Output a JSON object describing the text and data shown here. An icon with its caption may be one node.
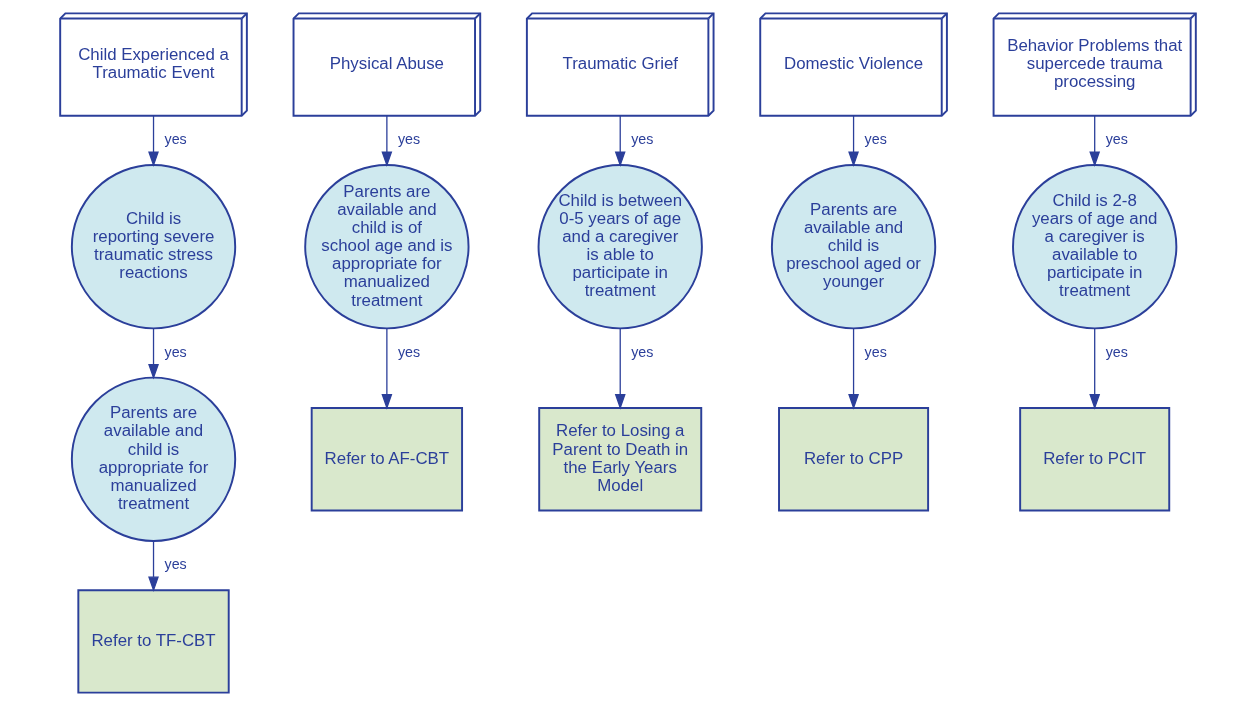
{
  "diagram": {
    "nodes": [
      {
        "text": [
          "Child Experienced a Traumatic Event"
        ]
      },
      {
        "text": [
          "Child is reporting severe traumatic stress reactions"
        ]
      },
      {
        "text": [
          "Parents are available and child is appropriate for manualized treatment"
        ]
      },
      {
        "text": [
          "Refer to TF-CBT"
        ]
      },
      {
        "text": [
          "Physical Abuse"
        ]
      },
      {
        "text": [
          "Parents are available and child is of school age and is appropriate for manualized treatment"
        ]
      },
      {
        "text": [
          "Refer to AF-CBT"
        ]
      },
      {
        "text": [
          "Traumatic Grief"
        ]
      },
      {
        "text": [
          "Child is between 0-5 years of age and a caregiver is able to participate in treatment"
        ]
      },
      {
        "text": [
          "Refer to Losing a Parent to Death in the Early Years Model"
        ]
      },
      {
        "text": [
          "Domestic Violence"
        ]
      },
      {
        "text": [
          "Parents are available and child is preschool aged or younger"
        ]
      },
      {
        "text": [
          "Refer to CPP"
        ]
      },
      {
        "text": [
          "Behavior Problems that supercede trauma processing"
        ]
      },
      {
        "text": [
          "Child is 2-8 years of age and a caregiver is available to participate in treatment"
        ]
      },
      {
        "text": [
          "Refer to PCIT"
        ]
      }
    ],
    "edges": [
      {
        "from": 0,
        "to": 1,
        "arrow": "to",
        "label": "yes"
      },
      {
        "from": 1,
        "to": 2,
        "arrow": "to",
        "label": "yes"
      },
      {
        "from": 2,
        "to": 3,
        "arrow": "to",
        "label": "yes"
      },
      {
        "from": 4,
        "to": 5,
        "arrow": "to",
        "label": "yes"
      },
      {
        "from": 5,
        "to": 6,
        "arrow": "to",
        "label": "yes"
      },
      {
        "from": 7,
        "to": 8,
        "arrow": "to",
        "label": "yes"
      },
      {
        "from": 8,
        "to": 9,
        "arrow": "to",
        "label": "yes"
      },
      {
        "from": 10,
        "to": 11,
        "arrow": "to",
        "label": "yes"
      },
      {
        "from": 11,
        "to": 12,
        "arrow": "to",
        "label": "yes"
      },
      {
        "from": 13,
        "to": 14,
        "arrow": "to",
        "label": "yes"
      },
      {
        "from": 14,
        "to": 15,
        "arrow": "to",
        "label": "yes"
      }
    ]
  }
}
